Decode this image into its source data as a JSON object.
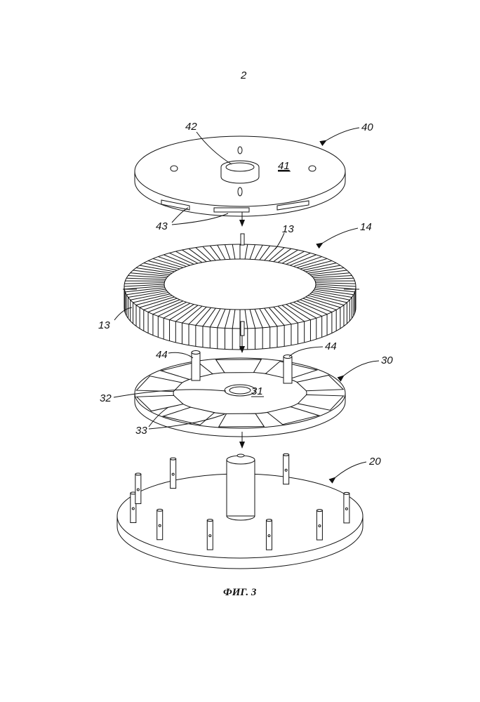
{
  "page_number": "2",
  "caption": "ФИГ. 3",
  "labels": {
    "top_plate": "40",
    "hub": "42",
    "top_plate_face": "41",
    "top_plate_segments": "43",
    "coil_ring": "14",
    "coil_turn_upper": "13",
    "coil_turn_lower": "13",
    "pin_left": "44",
    "pin_right": "44",
    "middle_plate": "30",
    "middle_plate_inner": "32",
    "middle_plate_face": "31",
    "middle_plate_segments": "33",
    "base": "20"
  }
}
